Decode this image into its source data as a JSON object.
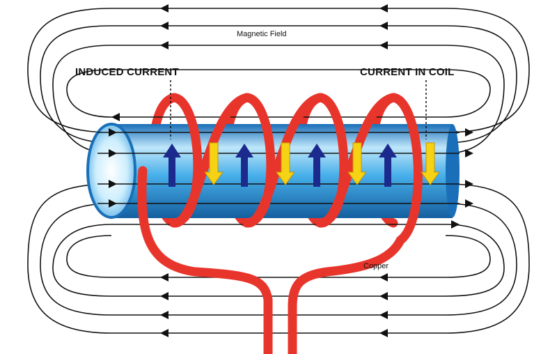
{
  "labels": {
    "magnetic_field": "Magnetic Field",
    "induced_current": "INDUCED CURRENT",
    "current_in_coil": "CURRENT IN COIL",
    "copper": "Copper"
  },
  "colors": {
    "field_lines": "#111111",
    "coil": "#e8352c",
    "tube_light": "#bfe7fb",
    "tube_mid": "#3ea6e6",
    "tube_dark": "#1669b0",
    "induced_arrow": "#1b2a8c",
    "coil_arrow": "#f6d215"
  }
}
